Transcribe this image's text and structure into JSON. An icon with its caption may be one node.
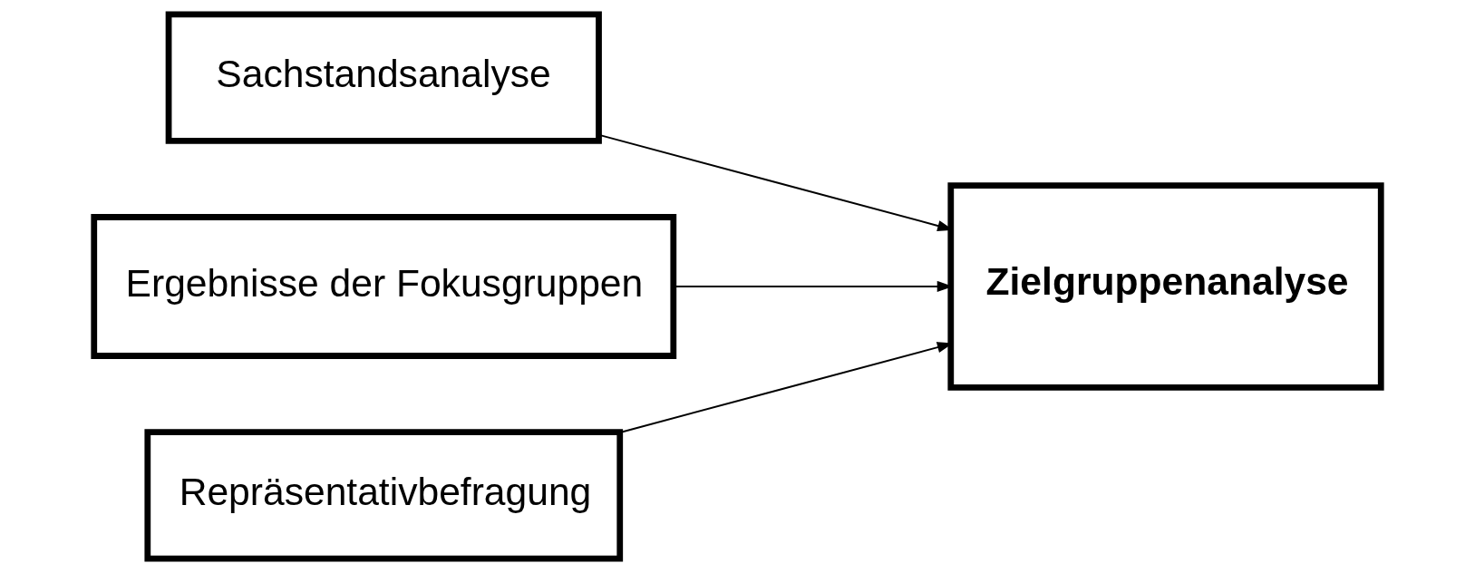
{
  "diagram": {
    "nodes": [
      {
        "text": [
          "Sachstandsanalyse"
        ]
      },
      {
        "text": [
          "Ergebnisse der Fokusgruppen"
        ]
      },
      {
        "text": [
          "Repräsentativbefragung"
        ]
      },
      {
        "text": [
          "Zielgruppenanalyse"
        ]
      }
    ],
    "edges": [
      {
        "from": 0,
        "to": 3,
        "arrow": "to"
      },
      {
        "from": 1,
        "to": 3,
        "arrow": "to"
      },
      {
        "from": 2,
        "to": 3,
        "arrow": "to"
      }
    ]
  }
}
